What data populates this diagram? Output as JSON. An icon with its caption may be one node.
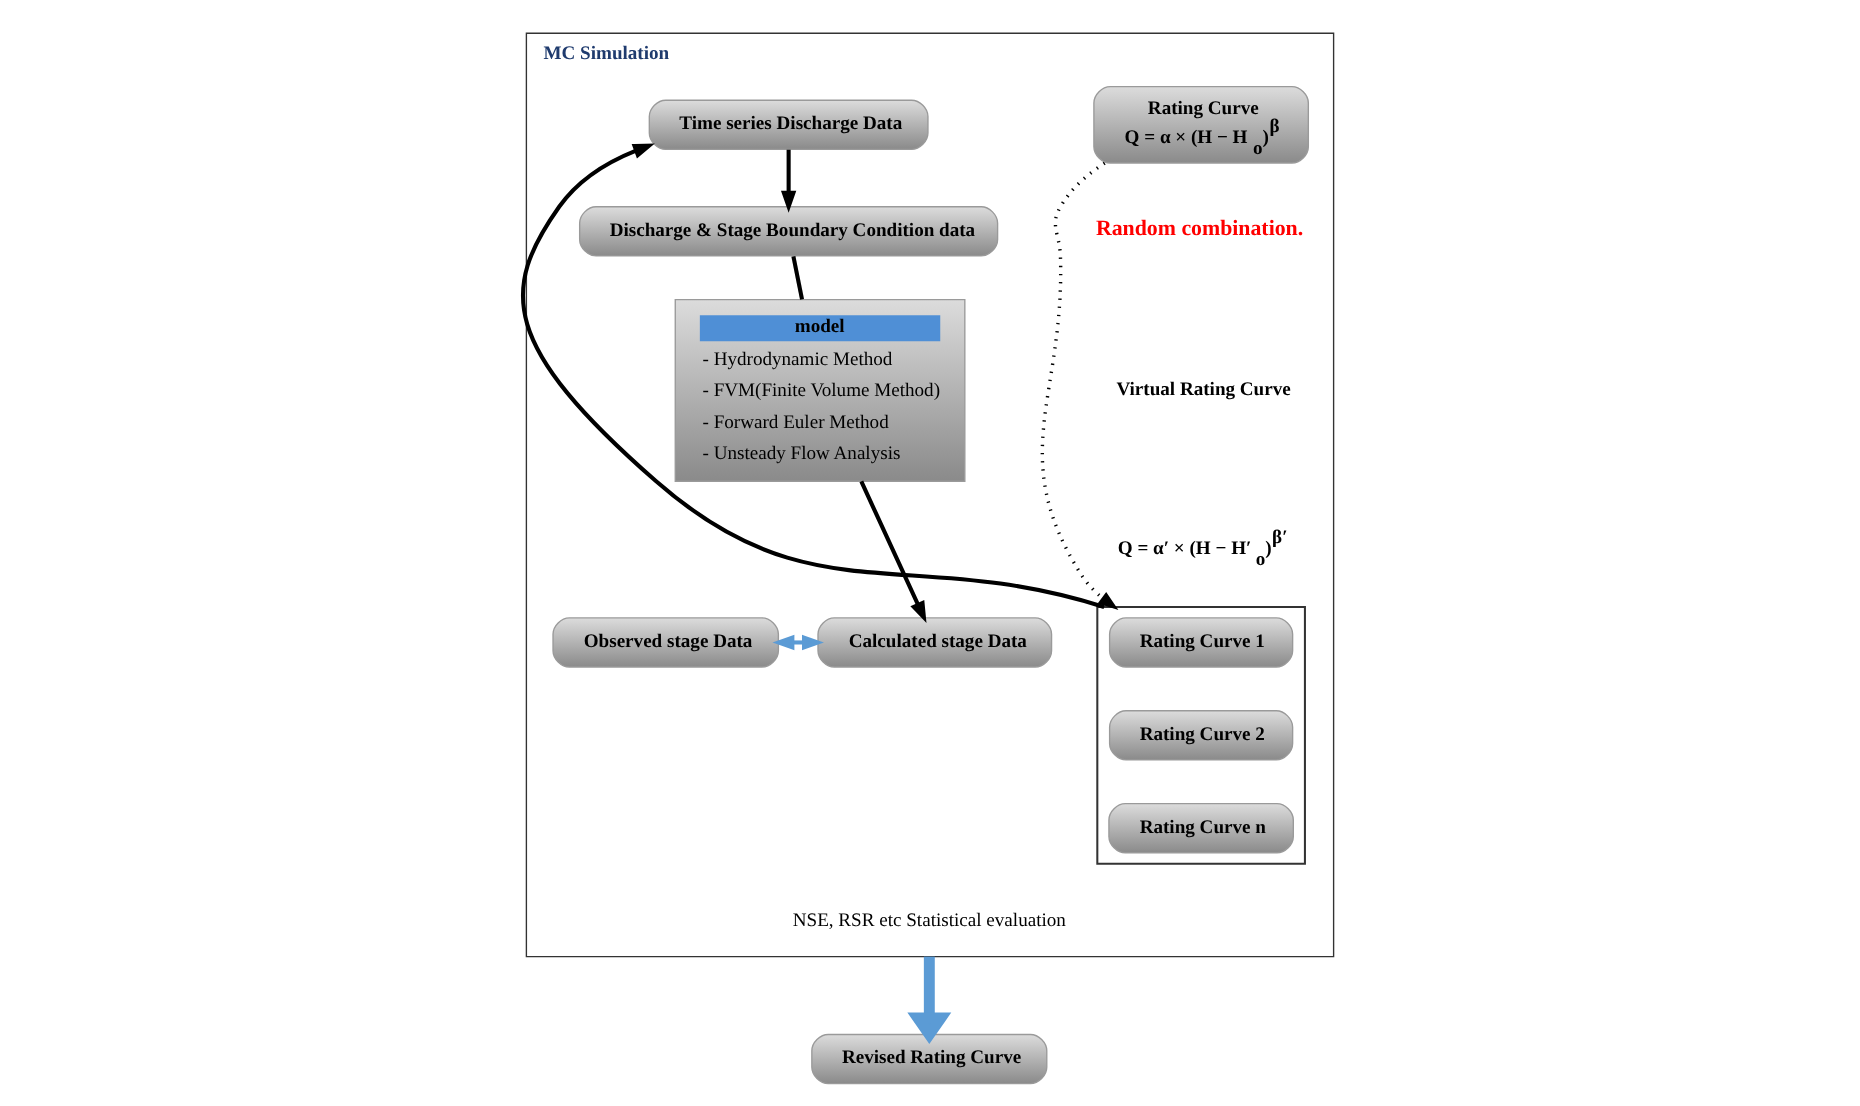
{
  "diagram": {
    "nodes": [
      {
        "text": [
          "MC Simulation"
        ]
      },
      {
        "text": [
          "Rating Curve",
          "Q = α × (H − H$_{o}$)$^{β}$"
        ],
        "in": 0
      },
      {
        "text": [],
        "shape": "box",
        "in": 0
      },
      {
        "text": [
          "Rating Curve 1"
        ],
        "in": 2
      },
      {
        "text": [
          "Rating Curve 2"
        ],
        "in": 2
      },
      {
        "text": [
          "Rating Curve n"
        ],
        "in": 2
      },
      {
        "text": [
          "Time series Discharge Data"
        ],
        "in": 0
      },
      {
        "text": [
          "Discharge & Stage Boundary Condition data"
        ],
        "in": 0
      },
      {
        "text": [
          "model",
          "- Hydrodynamic Method",
          "- FVM(Finite Volume Method)",
          "- Forward Euler Method",
          "- Unsteady Flow Analysis"
        ],
        "in": 0
      },
      {
        "text": [
          "Observed stage Data"
        ],
        "in": 0
      },
      {
        "text": [
          "Calculated stage Data"
        ],
        "in": 0
      },
      {
        "text": [
          "Revised Rating Curve"
        ]
      }
    ],
    "edges": [
      {
        "from": 1,
        "to": 2,
        "arrow": "to",
        "style": "dashed"
      },
      {
        "from": 2,
        "to": 6,
        "arrow": "to"
      },
      {
        "from": 6,
        "to": 7,
        "arrow": "to"
      },
      {
        "from": 7,
        "to": 8,
        "arrow": "none"
      },
      {
        "from": 8,
        "to": 10,
        "arrow": "to"
      },
      {
        "from": 9,
        "to": 10,
        "arrow": "both",
        "color": "#5b9bd5"
      },
      {
        "from": 0,
        "to": 11,
        "arrow": "to",
        "style": "thick",
        "color": "#5b9bd5"
      }
    ],
    "labels": [
      "Random combination.",
      "Virtual Rating Curve",
      "Q = α′ × (H − H′$_{o}$)$^{β′}$",
      "NSE, RSR etc Statistical evaluation"
    ]
  }
}
